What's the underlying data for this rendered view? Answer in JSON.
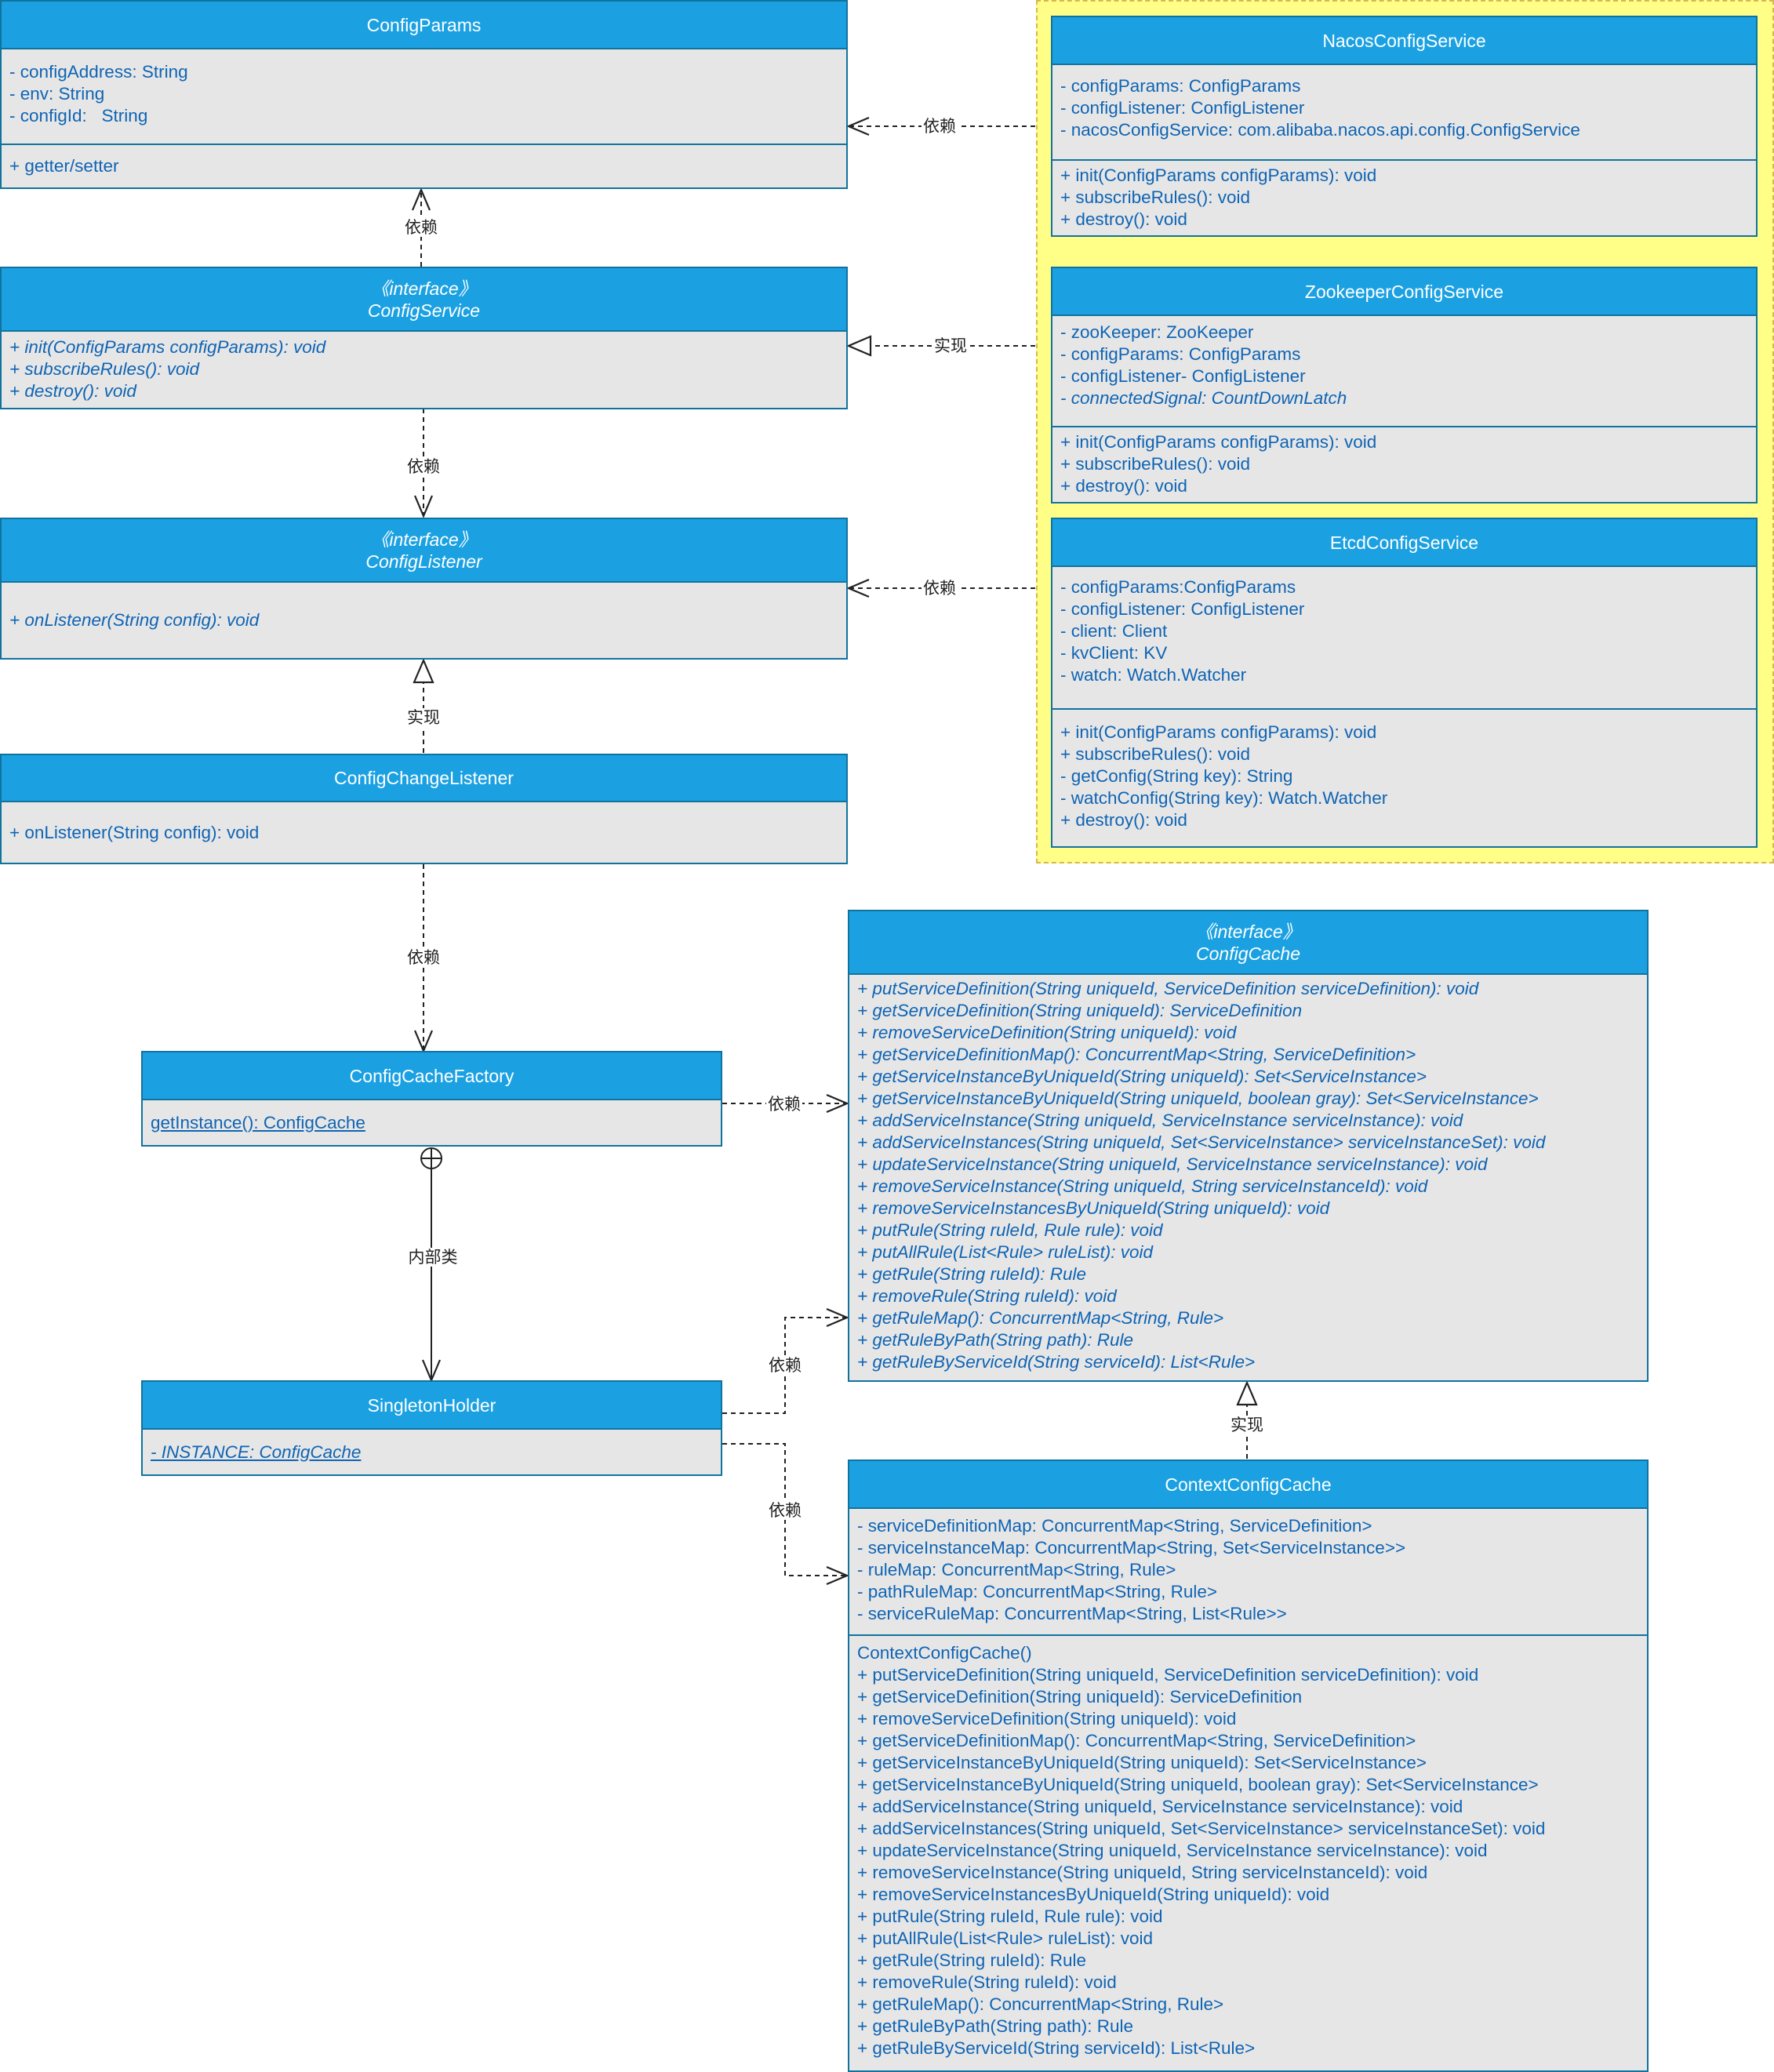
{
  "classes": {
    "config_params": {
      "title": "ConfigParams",
      "attributes": [
        "- configAddress: String",
        "- env: String",
        "- configId:   String"
      ],
      "methods": [
        "+ getter/setter"
      ]
    },
    "config_service": {
      "stereotype": "《interface》",
      "title": "ConfigService",
      "methods": [
        "+ init(ConfigParams configParams): void",
        "+ subscribeRules(): void",
        "+ destroy(): void"
      ]
    },
    "config_listener": {
      "stereotype": "《interface》",
      "title": "ConfigListener",
      "methods": [
        "+ onListener(String config): void"
      ]
    },
    "config_change_listener": {
      "title": "ConfigChangeListener",
      "methods": [
        "+ onListener(String config): void"
      ]
    },
    "nacos_config_service": {
      "title": "NacosConfigService",
      "attributes": [
        "- configParams: ConfigParams",
        "- configListener: ConfigListener",
        "- nacosConfigService: com.alibaba.nacos.api.config.ConfigService"
      ],
      "methods": [
        "+ init(ConfigParams configParams): void",
        "+ subscribeRules(): void",
        "+ destroy(): void"
      ]
    },
    "zookeeper_config_service": {
      "title": "ZookeeperConfigService",
      "attributes": [
        "- zooKeeper: ZooKeeper",
        "- configParams: ConfigParams",
        "- configListener- ConfigListener",
        "- connectedSignal: CountDownLatch"
      ],
      "methods": [
        "+ init(ConfigParams configParams): void",
        "+ subscribeRules(): void",
        "+ destroy(): void"
      ]
    },
    "etcd_config_service": {
      "title": "EtcdConfigService",
      "attributes": [
        "- configParams:ConfigParams",
        "- configListener: ConfigListener",
        "- client: Client",
        "- kvClient: KV",
        "- watch: Watch.Watcher"
      ],
      "methods": [
        "+ init(ConfigParams configParams): void",
        "+ subscribeRules(): void",
        "- getConfig(String key): String",
        "- watchConfig(String key): Watch.Watcher",
        "+ destroy(): void"
      ]
    },
    "config_cache_factory": {
      "title": "ConfigCacheFactory",
      "methods": [
        "getInstance(): ConfigCache"
      ]
    },
    "singleton_holder": {
      "title": "SingletonHolder",
      "attributes": [
        "- INSTANCE: ConfigCache"
      ]
    },
    "config_cache": {
      "stereotype": "《interface》",
      "title": "ConfigCache",
      "methods": [
        "+ putServiceDefinition(String uniqueId, ServiceDefinition serviceDefinition): void",
        "+ getServiceDefinition(String uniqueId): ServiceDefinition",
        "+ removeServiceDefinition(String uniqueId): void",
        "+ getServiceDefinitionMap(): ConcurrentMap<String, ServiceDefinition>",
        "+ getServiceInstanceByUniqueId(String uniqueId): Set<ServiceInstance>",
        "+ getServiceInstanceByUniqueId(String uniqueId, boolean gray): Set<ServiceInstance>",
        "+ addServiceInstance(String uniqueId, ServiceInstance serviceInstance): void",
        "+ addServiceInstances(String uniqueId, Set<ServiceInstance> serviceInstanceSet): void",
        "+ updateServiceInstance(String uniqueId, ServiceInstance serviceInstance): void",
        "+ removeServiceInstance(String uniqueId, String serviceInstanceId): void",
        "+ removeServiceInstancesByUniqueId(String uniqueId): void",
        "+ putRule(String ruleId, Rule rule): void",
        "+ putAllRule(List<Rule> ruleList): void",
        "+ getRule(String ruleId): Rule",
        "+ removeRule(String ruleId): void",
        "+ getRuleMap(): ConcurrentMap<String, Rule>",
        "+ getRuleByPath(String path): Rule",
        "+ getRuleByServiceId(String serviceId): List<Rule>"
      ]
    },
    "context_config_cache": {
      "title": "ContextConfigCache",
      "attributes": [
        "- serviceDefinitionMap: ConcurrentMap<String, ServiceDefinition>",
        "- serviceInstanceMap: ConcurrentMap<String, Set<ServiceInstance>>",
        "- ruleMap: ConcurrentMap<String, Rule>",
        "- pathRuleMap: ConcurrentMap<String, Rule>",
        "- serviceRuleMap: ConcurrentMap<String, List<Rule>>"
      ],
      "methods": [
        "ContextConfigCache()",
        "+ putServiceDefinition(String uniqueId, ServiceDefinition serviceDefinition): void",
        "+ getServiceDefinition(String uniqueId): ServiceDefinition",
        "+ removeServiceDefinition(String uniqueId): void",
        "+ getServiceDefinitionMap(): ConcurrentMap<String, ServiceDefinition>",
        "+ getServiceInstanceByUniqueId(String uniqueId): Set<ServiceInstance>",
        "+ getServiceInstanceByUniqueId(String uniqueId, boolean gray): Set<ServiceInstance>",
        "+ addServiceInstance(String uniqueId, ServiceInstance serviceInstance): void",
        "+ addServiceInstances(String uniqueId, Set<ServiceInstance> serviceInstanceSet): void",
        "+ updateServiceInstance(String uniqueId, ServiceInstance serviceInstance): void",
        "+ removeServiceInstance(String uniqueId, String serviceInstanceId): void",
        "+ removeServiceInstancesByUniqueId(String uniqueId): void",
        "+ putRule(String ruleId, Rule rule): void",
        "+ putAllRule(List<Rule> ruleList): void",
        "+ getRule(String ruleId): Rule",
        "+ removeRule(String ruleId): void",
        "+ getRuleMap(): ConcurrentMap<String, Rule>",
        "+ getRuleByPath(String path): Rule",
        "+ getRuleByServiceId(String serviceId): List<Rule>"
      ]
    }
  },
  "relations": {
    "nacos_to_params": "依赖",
    "params_to_service": "依赖",
    "zookeeper_to_service": "实现",
    "service_to_listener": "依赖",
    "etcd_to_listener": "依赖",
    "change_listener_to_listener": "实现",
    "change_listener_to_factory": "依赖",
    "factory_to_cache": "依赖",
    "factory_to_holder": "内部类",
    "holder_to_cache": "依赖",
    "holder_to_context_cache": "依赖",
    "context_cache_to_cache": "实现"
  },
  "colors": {
    "header_fill": "#1ba1e2",
    "border": "#10739e",
    "body_fill": "#e6e6e6",
    "text": "#0f64b4",
    "group_fill": "#ffff88",
    "group_border": "#d6b656"
  }
}
